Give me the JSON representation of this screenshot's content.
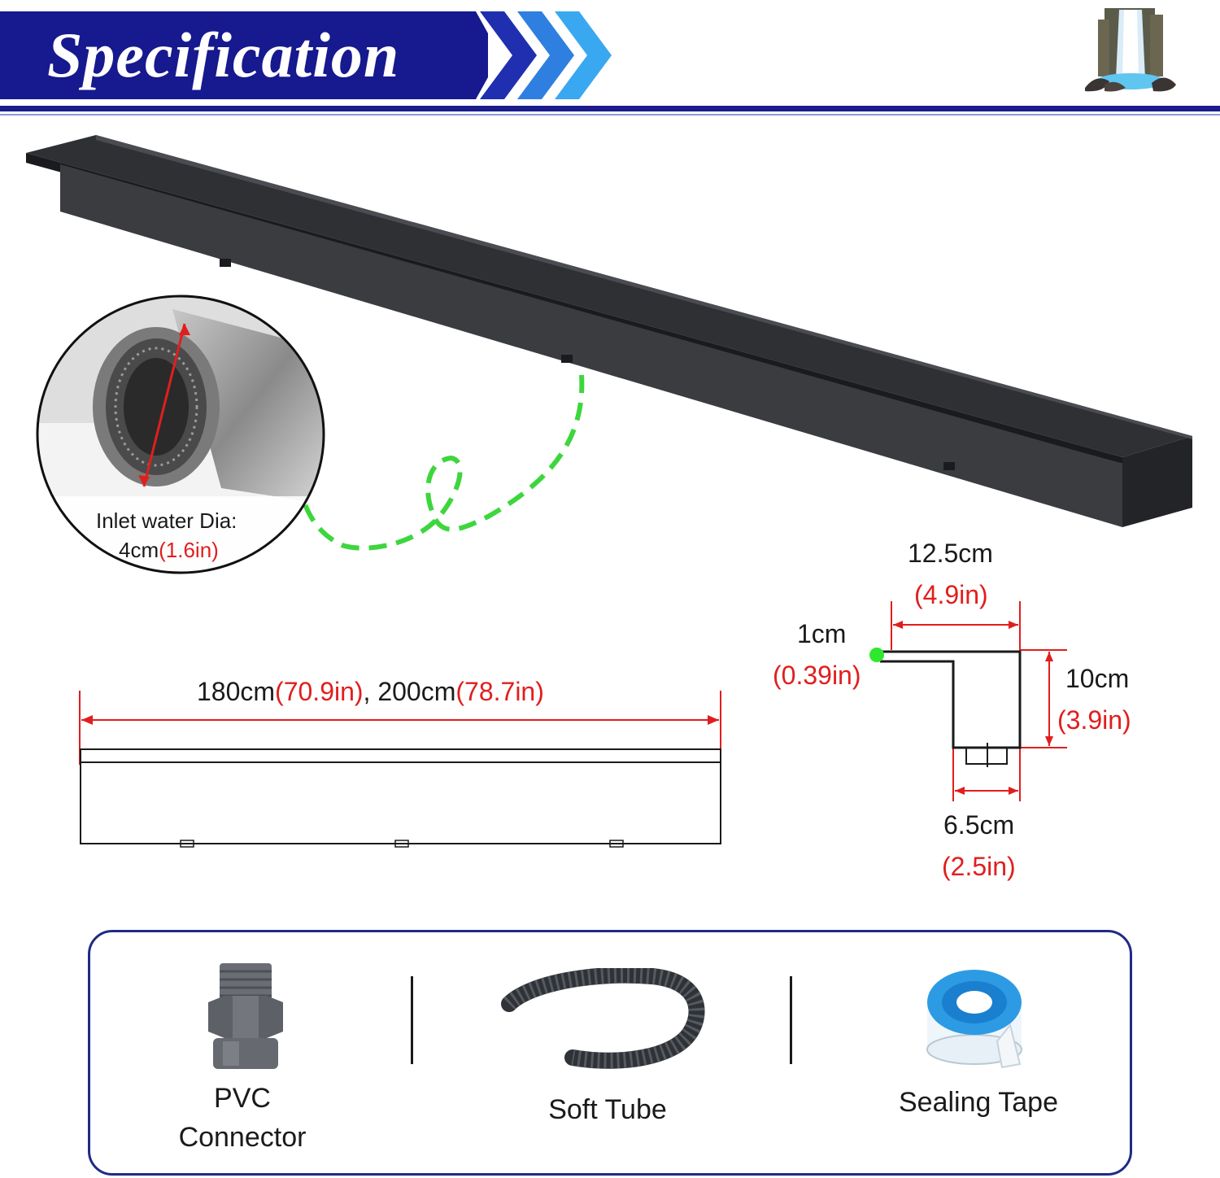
{
  "header": {
    "title": "Specification"
  },
  "colors": {
    "brand": "#17198f",
    "accent_chevron_1": "#1f2fb0",
    "accent_chevron_2": "#2f7fe0",
    "accent_chevron_3": "#39a8f0",
    "metric": "#1a1a1a",
    "imperial": "#e11e1e",
    "guide": "#3dd63d"
  },
  "inlet": {
    "label": "Inlet water Dia:",
    "metric": "4cm",
    "imperial": "(1.6in)"
  },
  "length": {
    "metric_1": "180cm",
    "imperial_1": "(70.9in)",
    "separator": ", ",
    "metric_2": "200cm",
    "imperial_2": "(78.7in)"
  },
  "profile": {
    "width_metric": "12.5cm",
    "width_imperial": "(4.9in)",
    "lip_metric": "1cm",
    "lip_imperial": "(0.39in)",
    "height_metric": "10cm",
    "height_imperial": "(3.9in)",
    "base_metric": "6.5cm",
    "base_imperial": "(2.5in)"
  },
  "accessories": [
    {
      "line1": "PVC",
      "line2": "Connector",
      "icon": "pvc-connector-icon"
    },
    {
      "line1": "Soft Tube",
      "icon": "soft-tube-icon"
    },
    {
      "line1": "Sealing Tape",
      "icon": "sealing-tape-icon"
    }
  ]
}
